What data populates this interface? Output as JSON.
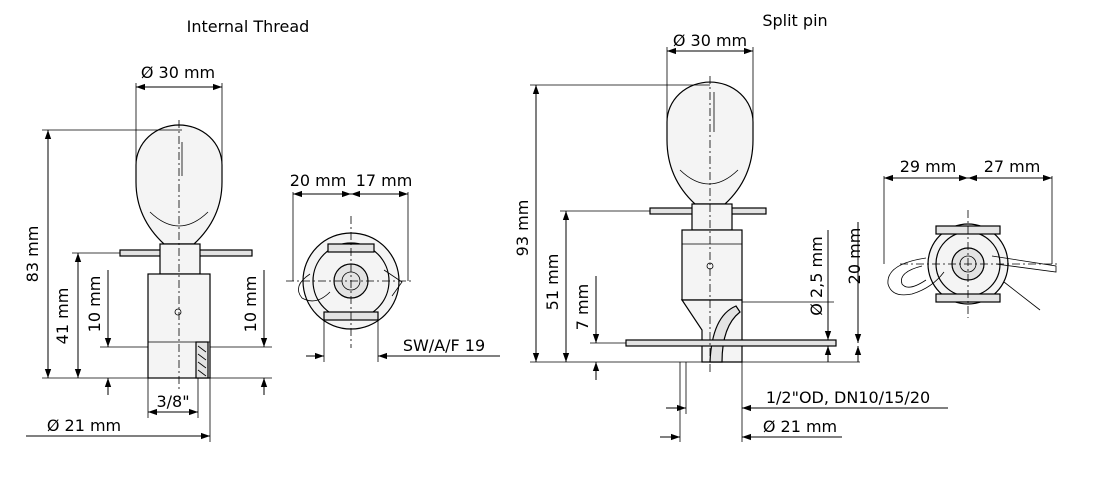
{
  "left_view": {
    "title": "Internal Thread",
    "labels": {
      "head_diameter": "Ø 30 mm",
      "total_height": "83 mm",
      "lower_height": "41 mm",
      "seat_height_left": "10 mm",
      "seat_height_right": "10 mm",
      "thread": "3/8\"",
      "outer_diameter": "Ø 21 mm"
    },
    "plan_labels": {
      "width_left": "20 mm",
      "width_right": "17 mm",
      "wrench": "SW/A/F 19"
    }
  },
  "right_view": {
    "title": "Split pin",
    "labels": {
      "head_diameter": "Ø 30 mm",
      "total_height": "93 mm",
      "lower_height": "51 mm",
      "pin_height": "7 mm",
      "pin_diameter": "Ø 2,5 mm",
      "pin_offset": "20 mm",
      "tube": "1/2\"OD, DN10/15/20",
      "outer_diameter": "Ø 21 mm"
    },
    "plan_labels": {
      "width_left": "29 mm",
      "width_right": "27 mm"
    }
  }
}
